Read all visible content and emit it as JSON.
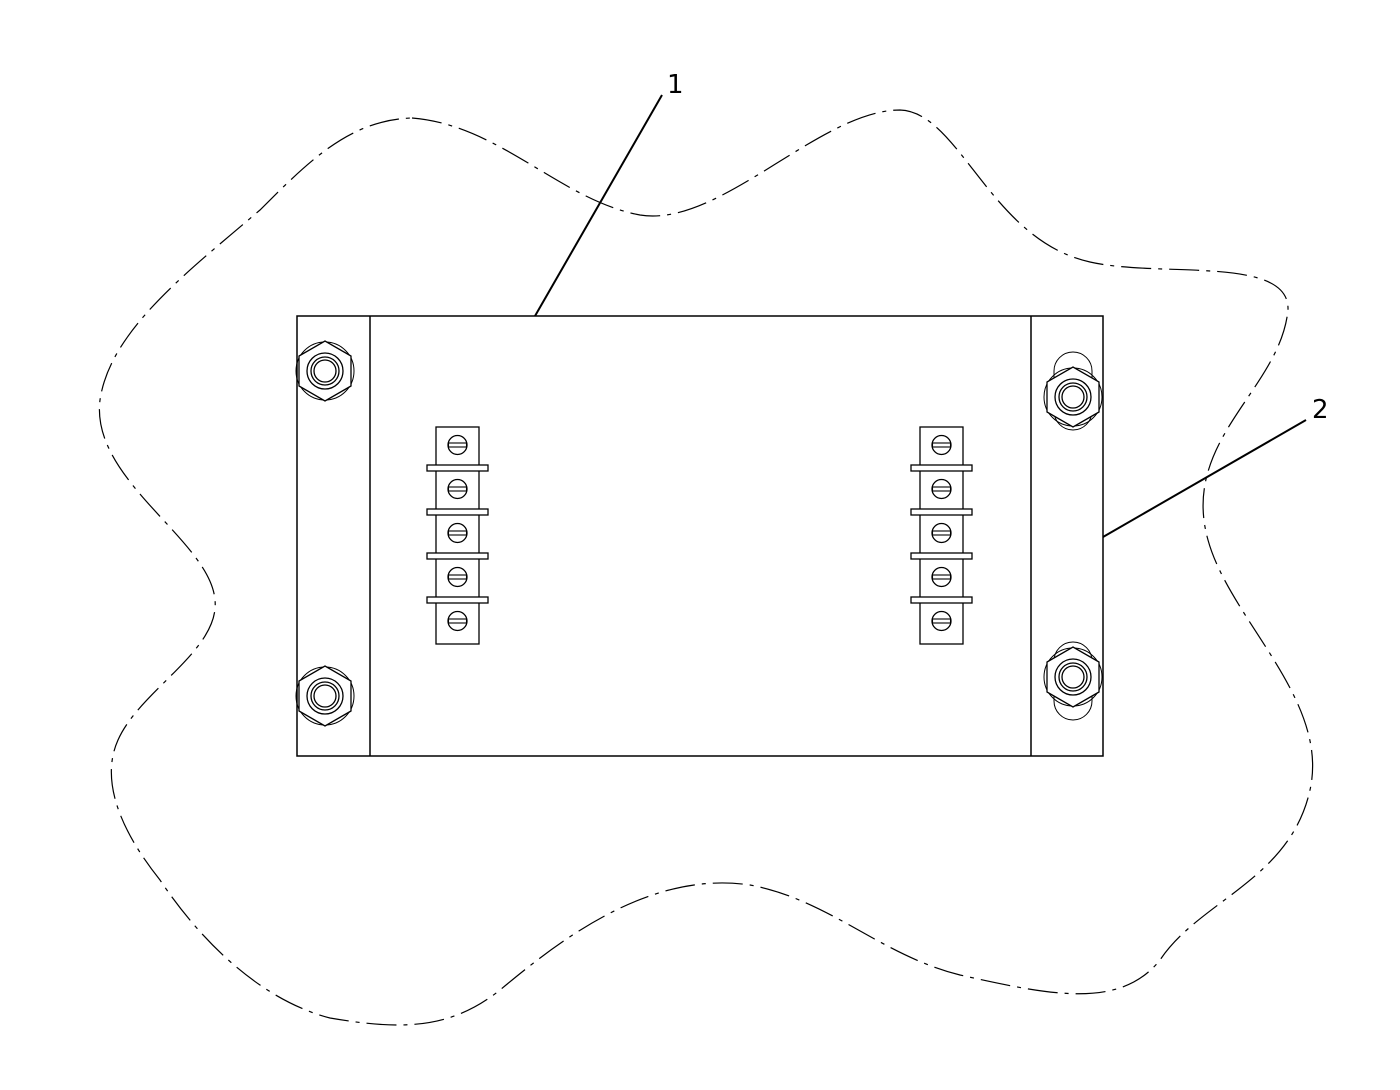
{
  "callouts": [
    {
      "id": "1",
      "label": "1"
    },
    {
      "id": "2",
      "label": "2"
    }
  ],
  "colors": {
    "stroke": "#000000",
    "background": "#ffffff"
  },
  "terminal_block": {
    "terminals": 5
  }
}
